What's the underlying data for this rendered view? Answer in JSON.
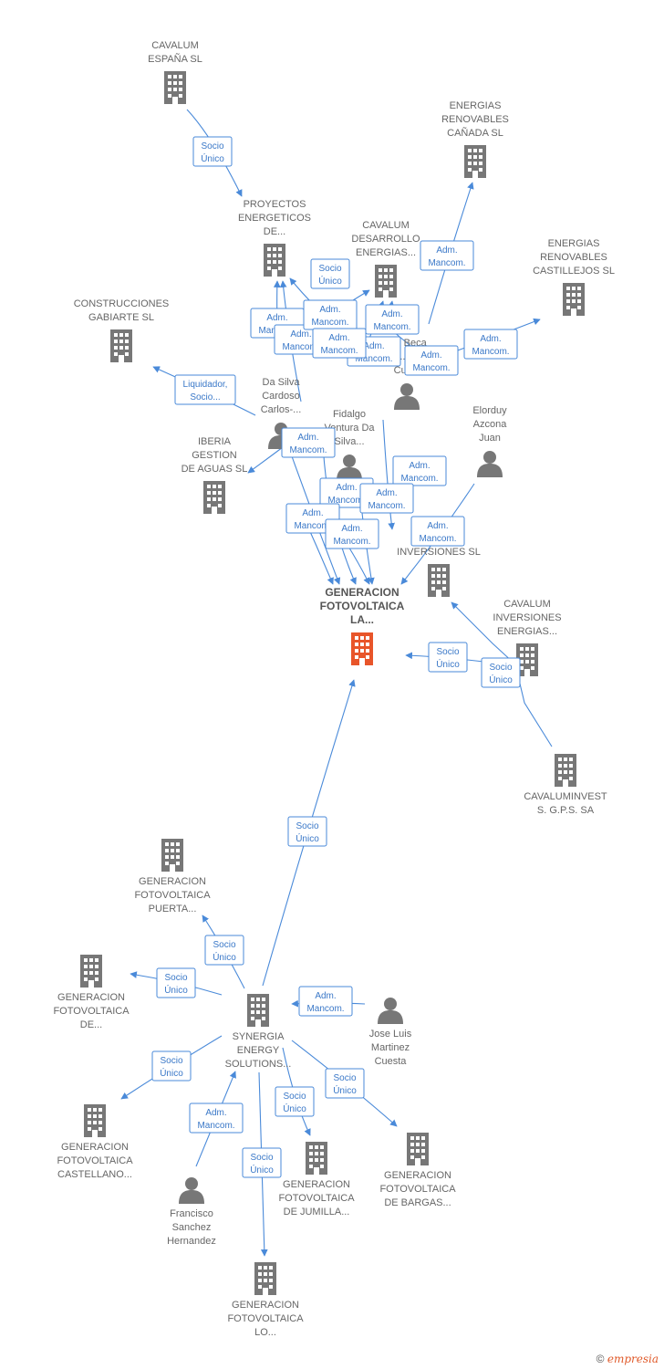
{
  "colors": {
    "edge": "#4a8ad9",
    "company": "#777777",
    "main_company": "#e8552a",
    "person": "#777777"
  },
  "nodes": [
    {
      "id": "cavalum_espana",
      "kind": "company",
      "lines": [
        "CAVALUM",
        "ESPAÑA  SL"
      ]
    },
    {
      "id": "energias_canada",
      "kind": "company",
      "lines": [
        "ENERGIAS",
        "RENOVABLES",
        "CAÑADA SL"
      ]
    },
    {
      "id": "proyectos",
      "kind": "company",
      "lines": [
        "PROYECTOS",
        "ENERGETICOS",
        "DE..."
      ]
    },
    {
      "id": "cavalum_desarrollo",
      "kind": "company",
      "lines": [
        "CAVALUM",
        "DESARROLLO",
        "ENERGIAS..."
      ]
    },
    {
      "id": "energias_castillejos",
      "kind": "company",
      "lines": [
        "ENERGIAS",
        "RENOVABLES",
        "CASTILLEJOS SL"
      ]
    },
    {
      "id": "construcciones",
      "kind": "company",
      "lines": [
        "CONSTRUCCIONES",
        "GABIARTE  SL"
      ]
    },
    {
      "id": "da_silva",
      "kind": "person",
      "lines": [
        "Da Silva",
        "Cardoso",
        "Carlos-..."
      ]
    },
    {
      "id": "fidalgo",
      "kind": "person",
      "lines": [
        "Fidalgo",
        "Ventura Da",
        "Silva..."
      ]
    },
    {
      "id": "beca",
      "kind": "person",
      "lines": [
        "...u Beca",
        "...e",
        "Cuina"
      ]
    },
    {
      "id": "elorduy",
      "kind": "person",
      "lines": [
        "Elorduy",
        "Azcona",
        "Juan"
      ]
    },
    {
      "id": "iberia",
      "kind": "company",
      "lines": [
        "IBERIA",
        "GESTION",
        "DE AGUAS SL"
      ]
    },
    {
      "id": "inversiones",
      "kind": "company",
      "lines": [
        "INVERSIONES SL"
      ]
    },
    {
      "id": "main",
      "kind": "main",
      "lines": [
        "GENERACION",
        "FOTOVOLTAICA",
        "LA..."
      ]
    },
    {
      "id": "cavalum_inversiones",
      "kind": "company",
      "lines": [
        "CAVALUM",
        "INVERSIONES",
        "ENERGIAS..."
      ]
    },
    {
      "id": "cavaluminvest",
      "kind": "company",
      "lines": [
        "CAVALUMINVEST",
        "S. G.P.S. SA"
      ]
    },
    {
      "id": "gf_puerta",
      "kind": "company",
      "lines": [
        "GENERACION",
        "FOTOVOLTAICA",
        "PUERTA..."
      ]
    },
    {
      "id": "gf_de",
      "kind": "company",
      "lines": [
        "GENERACION",
        "FOTOVOLTAICA",
        "DE..."
      ]
    },
    {
      "id": "synergia",
      "kind": "company",
      "lines": [
        "SYNERGIA",
        "ENERGY",
        "SOLUTIONS..."
      ]
    },
    {
      "id": "jose_luis",
      "kind": "person",
      "lines": [
        "Jose Luis",
        "Martinez",
        "Cuesta"
      ]
    },
    {
      "id": "gf_castellano",
      "kind": "company",
      "lines": [
        "GENERACION",
        "FOTOVOLTAICA",
        "CASTELLANO..."
      ]
    },
    {
      "id": "gf_jumilla",
      "kind": "company",
      "lines": [
        "GENERACION",
        "FOTOVOLTAICA",
        "DE JUMILLA..."
      ]
    },
    {
      "id": "gf_bargas",
      "kind": "company",
      "lines": [
        "GENERACION",
        "FOTOVOLTAICA",
        "DE BARGAS..."
      ]
    },
    {
      "id": "francisco",
      "kind": "person",
      "lines": [
        "Francisco",
        "Sanchez",
        "Hernandez"
      ]
    },
    {
      "id": "gf_lo",
      "kind": "company",
      "lines": [
        "GENERACION",
        "FOTOVOLTAICA",
        "LO..."
      ]
    }
  ],
  "edges": [
    {
      "id": "e_espana_proyectos",
      "lines": [
        "Socio",
        "Único"
      ]
    },
    {
      "id": "e_canada",
      "lines": [
        "Adm.",
        "Mancom."
      ]
    },
    {
      "id": "e_proyectos_socio",
      "lines": [
        "Socio",
        "Único"
      ]
    },
    {
      "id": "e_proyectos_adm1",
      "lines": [
        "Adm.",
        "Mancom."
      ]
    },
    {
      "id": "e_proyectos_adm2",
      "lines": [
        "Adm.",
        "Mancom."
      ]
    },
    {
      "id": "e_desarrollo_adm1",
      "lines": [
        "Adm.",
        "Mancom."
      ]
    },
    {
      "id": "e_desarrollo_adm2",
      "lines": [
        "Adm.",
        "Mancom."
      ]
    },
    {
      "id": "e_desarrollo_adm3",
      "lines": [
        "Adm.",
        "Mancom."
      ]
    },
    {
      "id": "e_castillejos",
      "lines": [
        "Adm.",
        "Mancom."
      ]
    },
    {
      "id": "e_beca_adm",
      "lines": [
        "Adm.",
        "Mancom."
      ]
    },
    {
      "id": "e_construcciones",
      "lines": [
        "Liquidador,",
        "Socio..."
      ]
    },
    {
      "id": "e_iberia",
      "lines": [
        "Adm.",
        "Mancom."
      ]
    },
    {
      "id": "e_main_adm1",
      "lines": [
        "Adm.",
        "Mancom."
      ]
    },
    {
      "id": "e_main_adm2",
      "lines": [
        "Adm.",
        "Mancom."
      ]
    },
    {
      "id": "e_main_adm3",
      "lines": [
        "Adm.",
        "Mancom."
      ]
    },
    {
      "id": "e_main_adm4",
      "lines": [
        "Adm.",
        "Mancom."
      ]
    },
    {
      "id": "e_main_adm5",
      "lines": [
        "Adm.",
        "Mancom."
      ]
    },
    {
      "id": "e_main_adm6",
      "lines": [
        "Adm.",
        "Mancom."
      ]
    },
    {
      "id": "e_inversiones_adm",
      "lines": [
        "Adm.",
        "Mancom."
      ]
    },
    {
      "id": "e_cav_inv_main",
      "lines": [
        "Socio",
        "Único"
      ]
    },
    {
      "id": "e_cavaluminvest",
      "lines": [
        "Socio",
        "Único"
      ]
    },
    {
      "id": "e_synergia_main",
      "lines": [
        "Socio",
        "Único"
      ]
    },
    {
      "id": "e_puerta",
      "lines": [
        "Socio",
        "Único"
      ]
    },
    {
      "id": "e_gf_de",
      "lines": [
        "Socio",
        "Único"
      ]
    },
    {
      "id": "e_jose_luis",
      "lines": [
        "Adm.",
        "Mancom."
      ]
    },
    {
      "id": "e_castellano",
      "lines": [
        "Socio",
        "Único"
      ]
    },
    {
      "id": "e_francisco_adm",
      "lines": [
        "Adm.",
        "Mancom."
      ]
    },
    {
      "id": "e_jumilla",
      "lines": [
        "Socio",
        "Único"
      ]
    },
    {
      "id": "e_bargas",
      "lines": [
        "Socio",
        "Único"
      ]
    },
    {
      "id": "e_lo",
      "lines": [
        "Socio",
        "Único"
      ]
    }
  ],
  "footer": {
    "symbol": "©",
    "brand": "empresia"
  }
}
